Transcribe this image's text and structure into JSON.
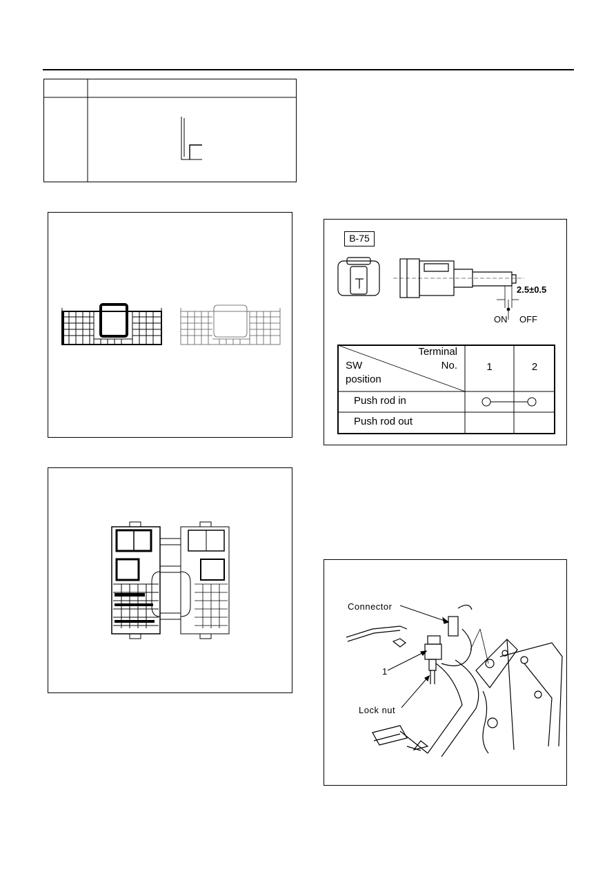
{
  "connector_id": "B-75",
  "stroke_dimension": "2.5±0.5",
  "stroke_on_label": "ON",
  "stroke_off_label": "OFF",
  "switch_table": {
    "header_terminal": "Terminal",
    "header_no": "No.",
    "header_sw": "SW",
    "header_position": "position",
    "columns": [
      "1",
      "2"
    ],
    "rows": [
      {
        "label": "Push rod in",
        "continuity": true
      },
      {
        "label": "Push rod out",
        "continuity": false
      }
    ]
  },
  "pedal_figure": {
    "connector_label": "Connector",
    "part_number_label": "1",
    "lock_nut_label": "Lock nut"
  }
}
